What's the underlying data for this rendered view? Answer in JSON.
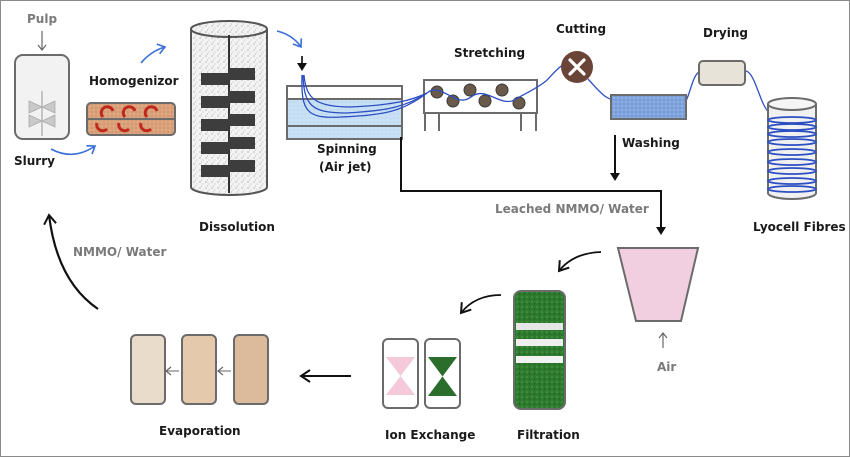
{
  "diagram": {
    "title": "Lyocell fibre production process with NMMO solvent recovery",
    "labels": {
      "pulp": "Pulp",
      "slurry": "Slurry",
      "homogenizor": "Homogenizor",
      "dissolution": "Dissolution",
      "spinning_line1": "Spinning",
      "spinning_line2": "(Air jet)",
      "stretching": "Stretching",
      "cutting": "Cutting",
      "washing": "Washing",
      "drying": "Drying",
      "lyocell_fibres": "Lyocell Fibres",
      "leached": "Leached NMMO/ Water",
      "air": "Air",
      "filtration": "Filtration",
      "ion_exchange": "Ion Exchange",
      "evaporation": "Evaporation",
      "nmmo_water": "NMMO/ Water"
    },
    "colors": {
      "fibre_blue": "#2d4fc4",
      "flow_arrow_blue": "#3a6fd8",
      "vessel_outline": "#6b6b6b",
      "homogenizer_fill": "#d9a07a",
      "homogenizer_arrows": "#c0281c",
      "dissolution_blades": "#3d3d3d",
      "cutter": "#6a4436",
      "washing_bath": "#7fa3dc",
      "drying_box": "#e8e3d8",
      "collector_pink": "#f2cfe0",
      "filter_green": "#2e7a2e",
      "ion_pink": "#f4cadb",
      "ion_green": "#2b6e2b",
      "evap_1": "#eadccb",
      "evap_2": "#e4c9ad",
      "evap_3": "#dcbb9c"
    }
  }
}
